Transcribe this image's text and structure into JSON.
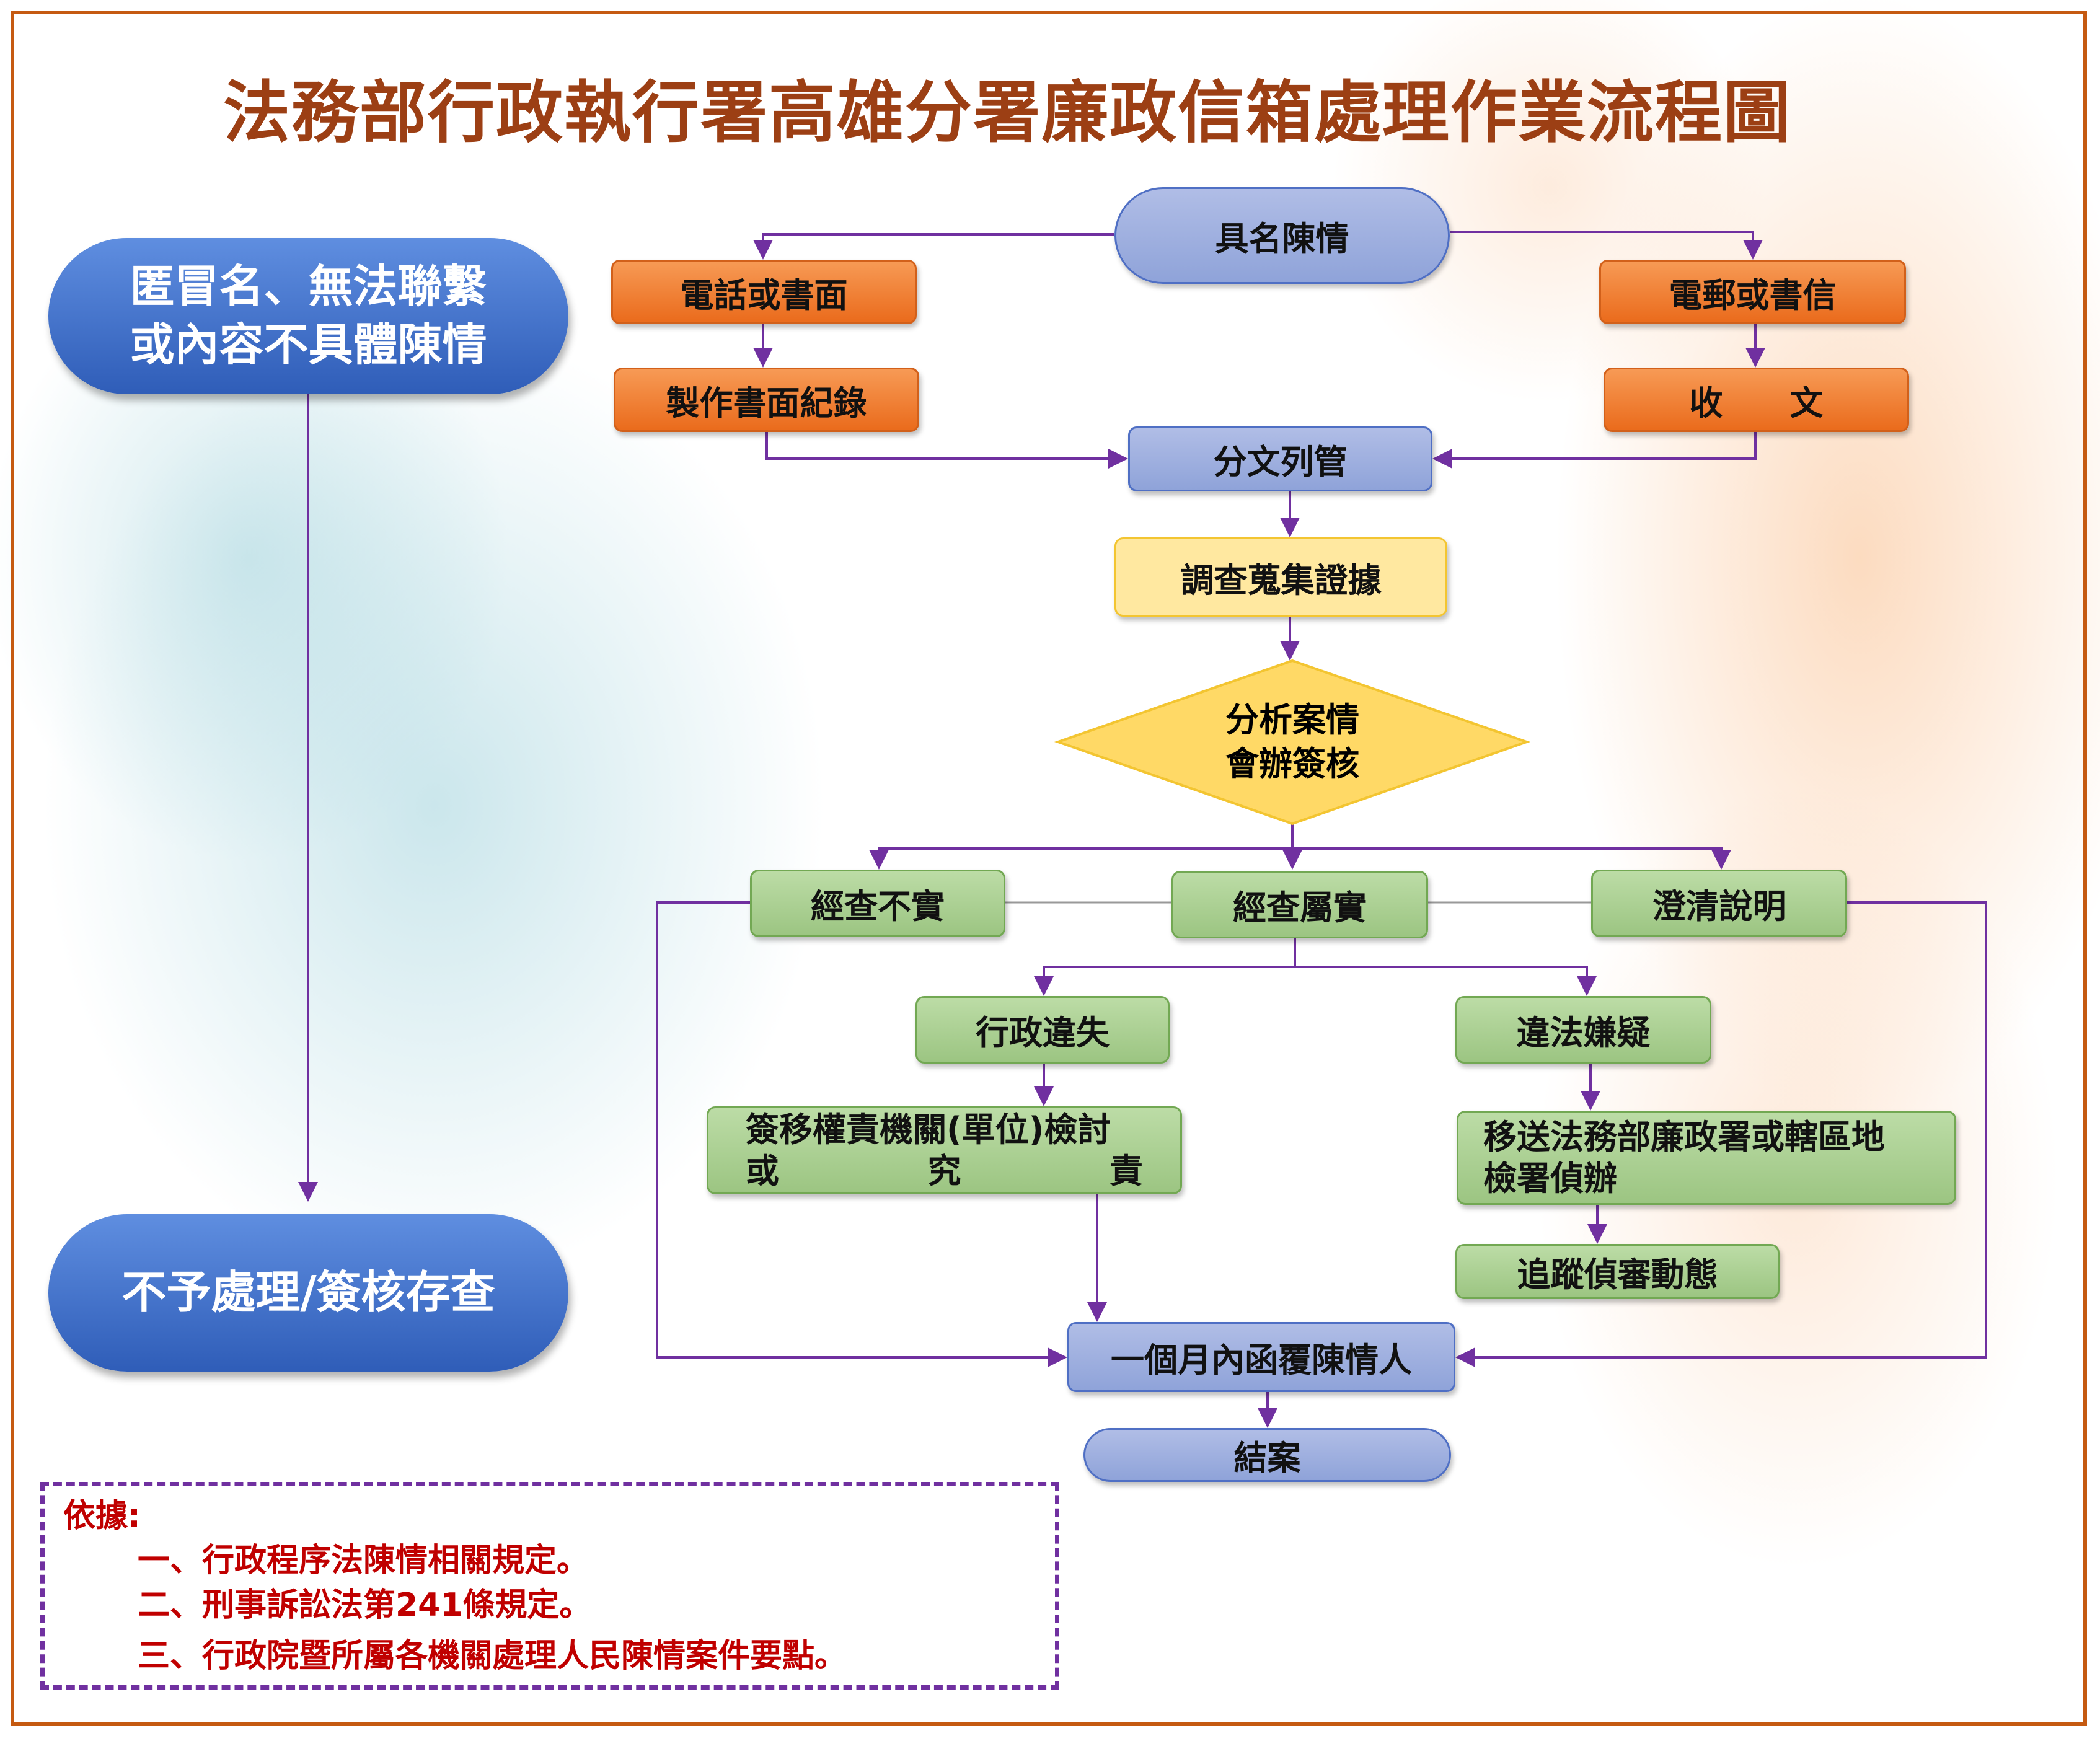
{
  "title": "法務部行政執行署高雄分署廉政信箱處理作業流程圖",
  "left": {
    "anonymous": [
      "匿冒名、無法聯繫",
      "或內容不具體陳情"
    ],
    "no_action": "不予處理/簽核存查"
  },
  "nodes": {
    "named": "具名陳情",
    "phone": "電話或書面",
    "record": "製作書面紀錄",
    "email": "電郵或書信",
    "receive": "收　　文",
    "assign": "分文列管",
    "investigate": "調查蒐集證據",
    "analyze": [
      "分析案情",
      "會辦簽核"
    ],
    "untrue": "經查不實",
    "true": "經查屬實",
    "clarify": "澄清說明",
    "admin_fault": "行政違失",
    "illegal": "違法嫌疑",
    "refer_unit": {
      "line1": "簽移權責機關(單位)檢討",
      "line2": [
        "或",
        "究",
        "責"
      ]
    },
    "refer_prosecutor": [
      "移送法務部廉政署或轄區地",
      "檢署偵辦"
    ],
    "track": "追蹤偵審動態",
    "reply": "一個月內函覆陳情人",
    "close": "結案"
  },
  "basis": {
    "heading": "依據:",
    "items": [
      "一、行政程序法陳情相關規定。",
      "二、刑事訴訟法第241條規定。",
      "三、行政院暨所屬各機關處理人民陳情案件要點。"
    ]
  },
  "colors": {
    "line": "#7030a0",
    "title": "#9c3f14",
    "basis_text": "#c00000"
  }
}
